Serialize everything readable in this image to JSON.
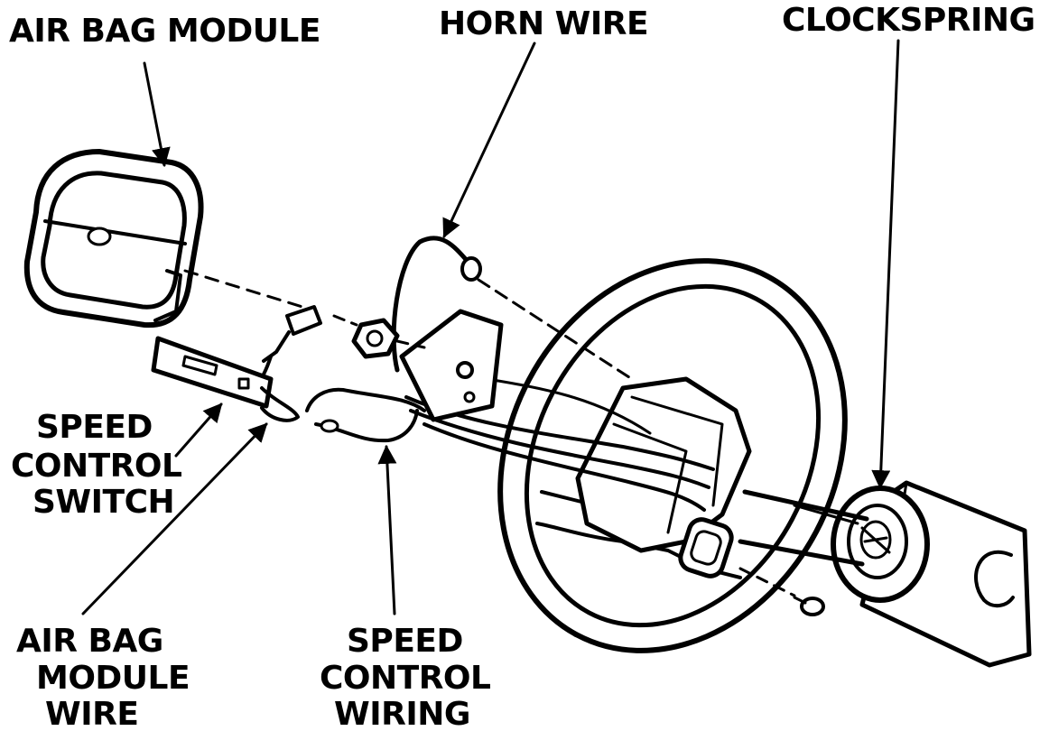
{
  "colors": {
    "ink": "#000000",
    "paper": "#ffffff"
  },
  "callouts": {
    "air_bag_module": [
      "AIR BAG MODULE"
    ],
    "horn_wire": [
      "HORN WIRE"
    ],
    "clockspring": [
      "CLOCKSPRING"
    ],
    "speed_control_switch": [
      "SPEED",
      "CONTROL",
      "SWITCH"
    ],
    "air_bag_module_wire": [
      "AIR BAG",
      "MODULE",
      "WIRE"
    ],
    "speed_control_wiring": [
      "SPEED",
      "CONTROL",
      "WIRING"
    ]
  }
}
